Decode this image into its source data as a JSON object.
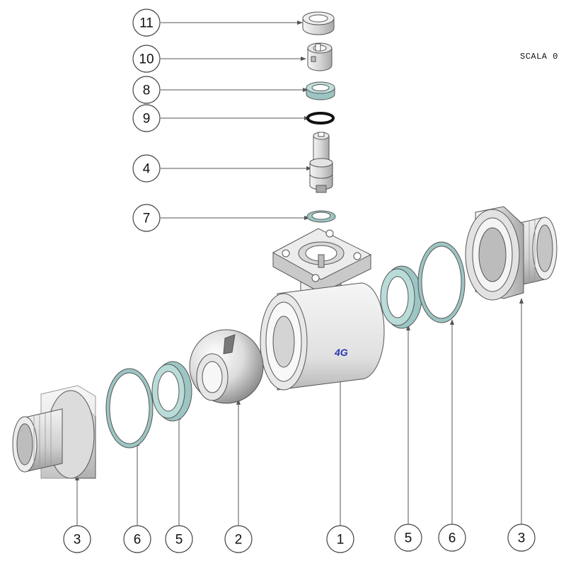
{
  "scale_label": "SCALA  0",
  "brand_mark": "4G",
  "callouts": {
    "c11": "11",
    "c10": "10",
    "c8": "8",
    "c9": "9",
    "c4": "4",
    "c7": "7",
    "b3l": "3",
    "b6l": "6",
    "b5l": "5",
    "b2": "2",
    "b1": "1",
    "b5r": "5",
    "b6r": "6",
    "b3r": "3"
  },
  "colors": {
    "metal_light": "#eeeeee",
    "metal_mid": "#c8c8c8",
    "metal_dark": "#8a8a8a",
    "seal_teal": "#9cc5c3",
    "oring_black": "#111111",
    "brand_blue": "#2a36b8"
  }
}
